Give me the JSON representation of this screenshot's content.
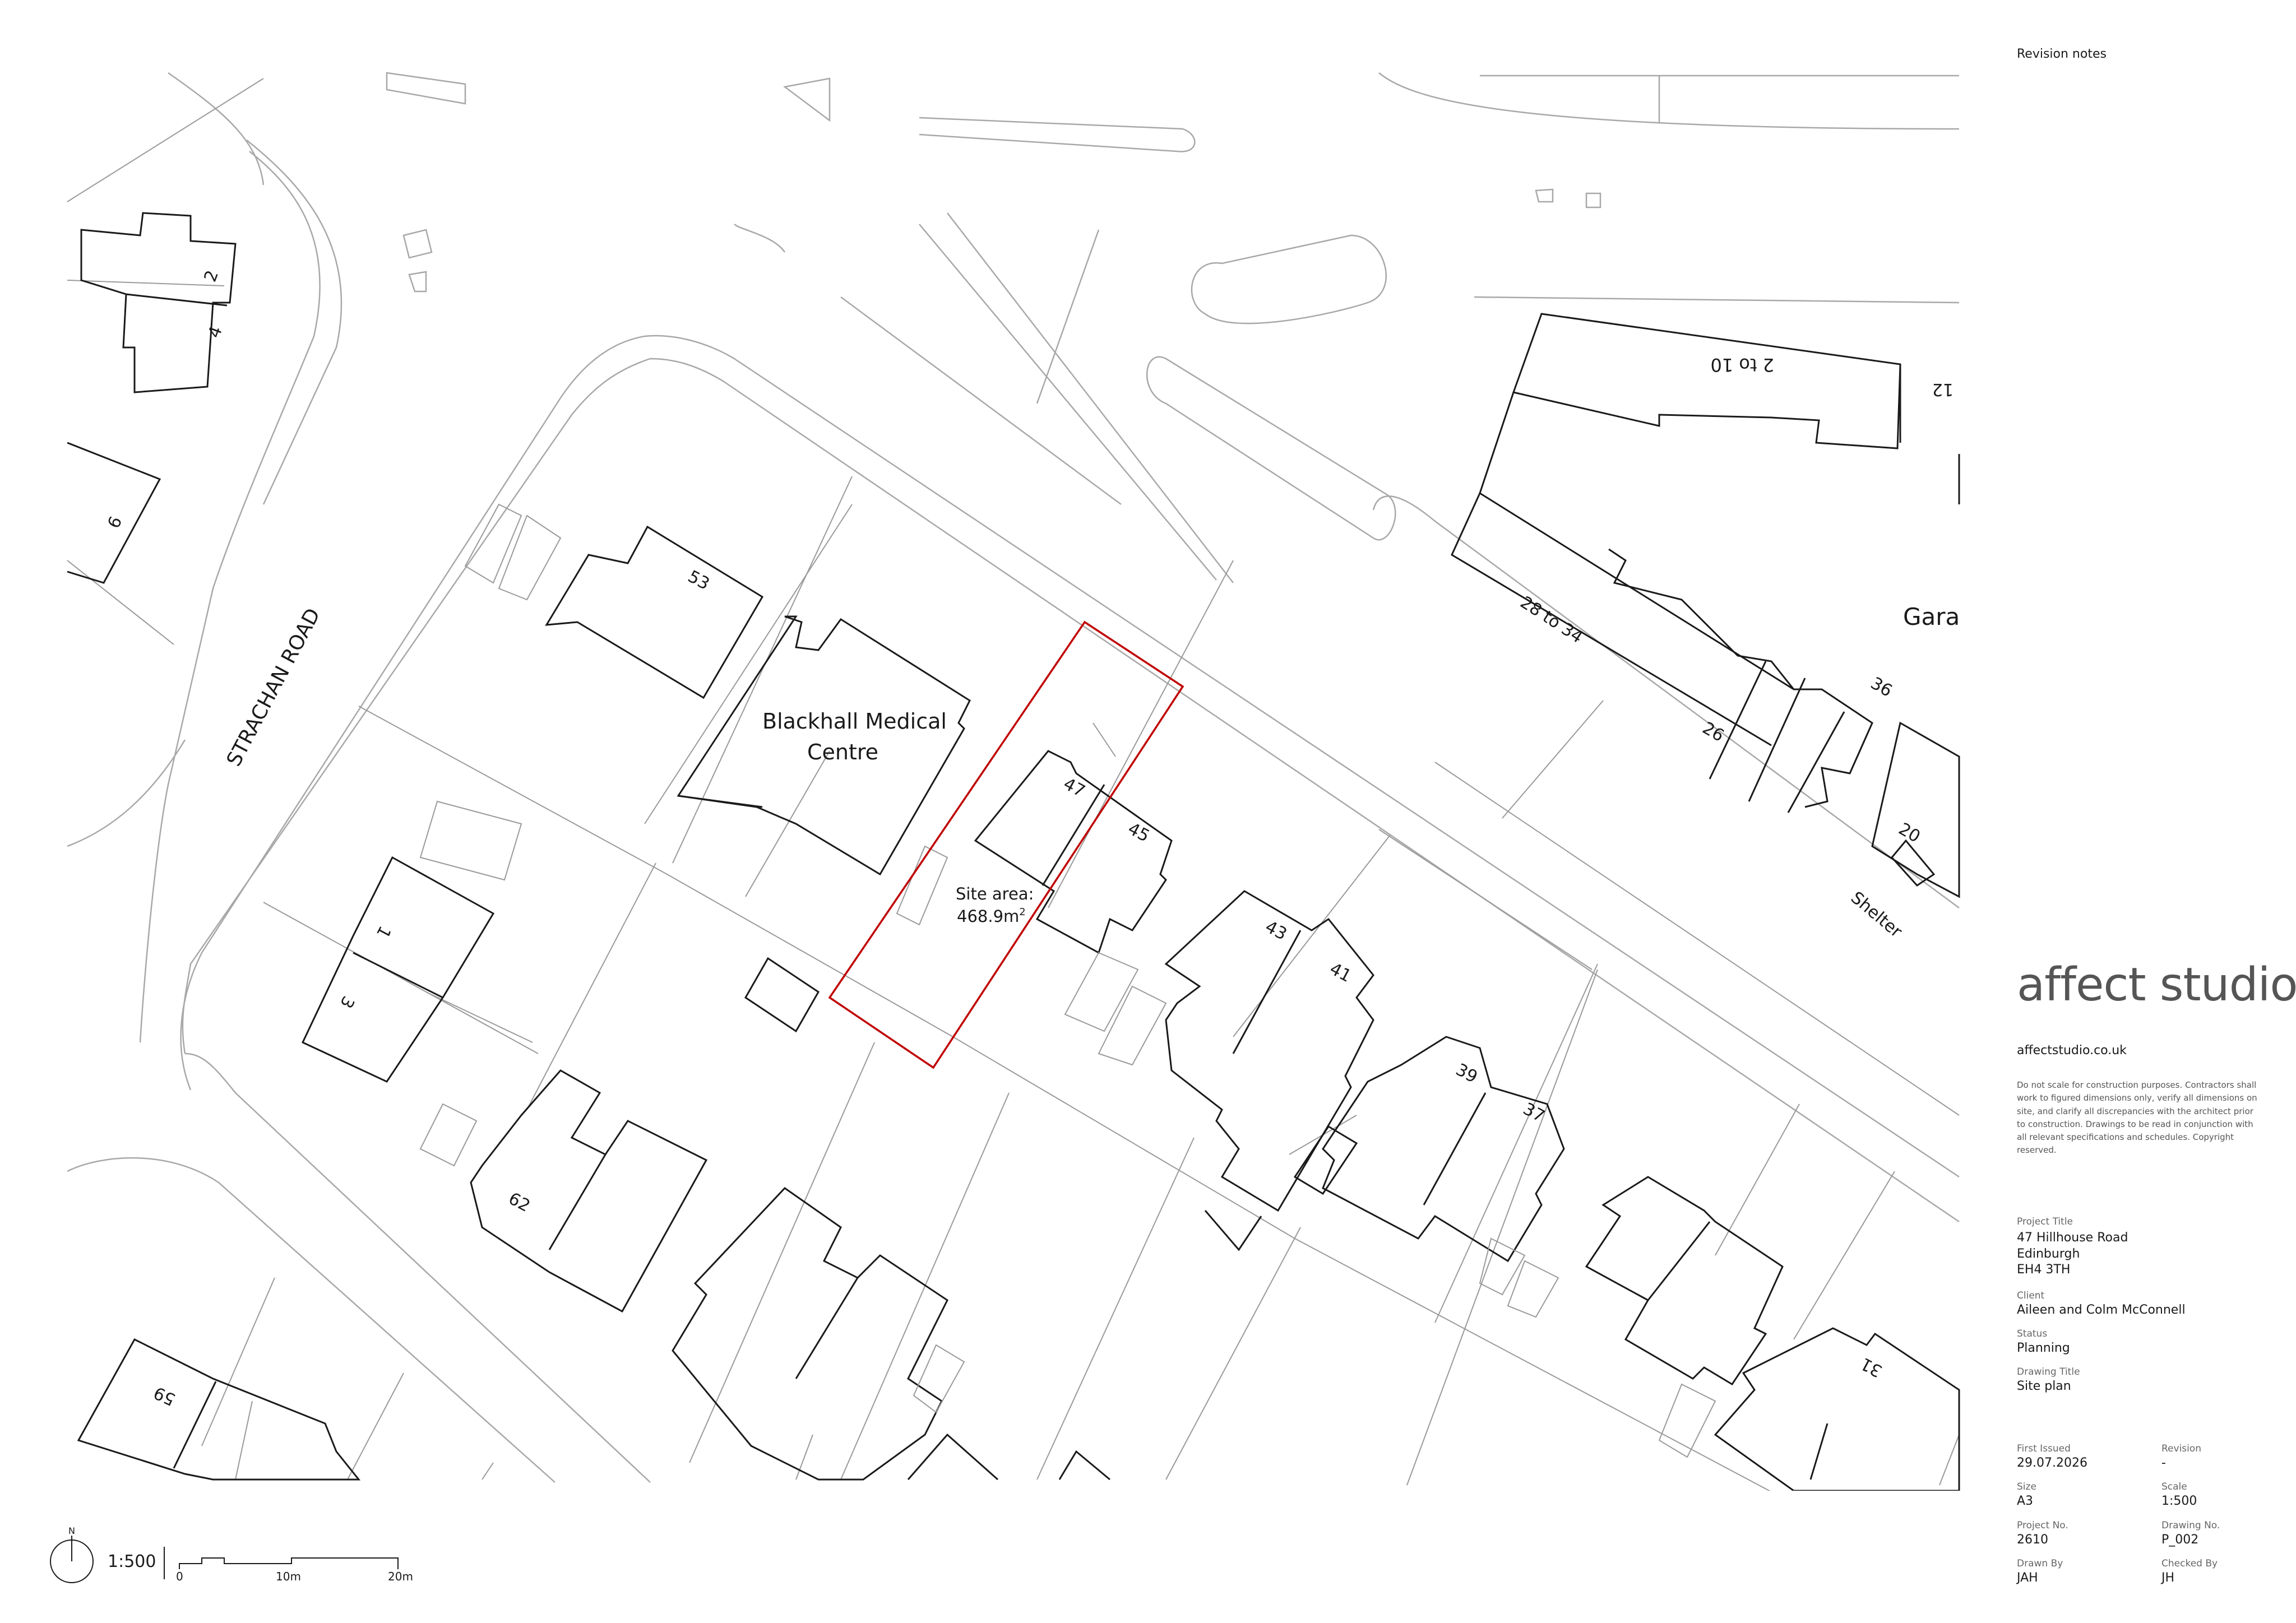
{
  "revision_notes_title": "Revision notes",
  "map_labels": {
    "street": "STRACHAN ROAD",
    "medical_centre": [
      "Blackhall Medical",
      "Centre"
    ],
    "site_area_label": "Site area:",
    "site_area_value": "468.9m",
    "site_area_sup": "2",
    "garage": "Gara",
    "shelter": "Shelter",
    "range_2_10": "2 to 10",
    "range_28_34": "28 to 34",
    "houses": [
      "2",
      "4",
      "6",
      "53",
      "47",
      "45",
      "43",
      "41",
      "39",
      "37",
      "1",
      "3",
      "62",
      "59",
      "12",
      "26",
      "36",
      "20",
      "31"
    ]
  },
  "scale_bar": {
    "north": "N",
    "ratio": "1:500",
    "ticks": [
      "0",
      "10m",
      "20m"
    ]
  },
  "brand": {
    "logo_part1": "affect",
    "logo_part2": " studio",
    "url": "affectstudio.co.uk"
  },
  "disclaimer": "Do not scale for construction purposes. Contractors shall work to figured dimensions only, verify all dimensions on site, and clarify all discrepancies with the architect prior to construction. Drawings to be read in conjunction with all relevant specifications and schedules. Copyright reserved.",
  "title_block": {
    "project_title_label": "Project Title",
    "project_title_lines": [
      "47 Hillhouse Road",
      "Edinburgh",
      "EH4 3TH"
    ],
    "client_label": "Client",
    "client": "Aileen and Colm McConnell",
    "status_label": "Status",
    "status": "Planning",
    "drawing_title_label": "Drawing Title",
    "drawing_title": "Site plan",
    "first_issued_label": "First Issued",
    "first_issued": "29.07.2026",
    "revision_label": "Revision",
    "revision": "-",
    "size_label": "Size",
    "size": "A3",
    "scale_label": "Scale",
    "scale": "1:500",
    "project_no_label": "Project No.",
    "project_no": "2610",
    "drawing_no_label": "Drawing No.",
    "drawing_no": "P_002",
    "drawn_by_label": "Drawn By",
    "drawn_by": "JAH",
    "checked_by_label": "Checked By",
    "checked_by": "JH"
  },
  "colors": {
    "site_boundary": "#c00000",
    "building_outline": "#1a1a1a",
    "boundary_lines": "#9a9a9a"
  }
}
